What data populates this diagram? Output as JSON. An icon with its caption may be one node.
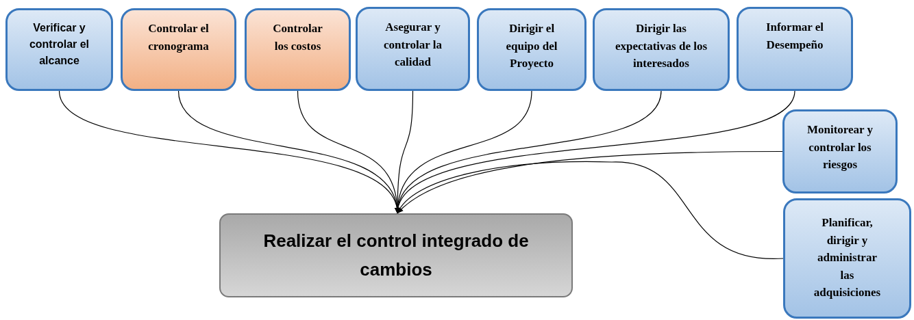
{
  "diagram": {
    "nodes": [
      {
        "text": [
          "Verificar y controlar el alcance"
        ]
      },
      {
        "text": [
          "Controlar el cronograma"
        ]
      },
      {
        "text": [
          "Controlar los costos"
        ]
      },
      {
        "text": [
          "Asegurar y controlar la calidad"
        ]
      },
      {
        "text": [
          "Dirigir el equipo del Proyecto"
        ]
      },
      {
        "text": [
          "Dirigir las expectativas de los interesados"
        ]
      },
      {
        "text": [
          "Informar el Desempeño"
        ]
      },
      {
        "text": [
          "Monitorear y controlar los riesgos"
        ]
      },
      {
        "text": [
          "Planificar, dirigir y administrar las adquisiciones"
        ]
      },
      {
        "text": [
          "Realizar el control integrado de cambios"
        ]
      }
    ],
    "edges": [
      {
        "from": 0,
        "to": 9,
        "arrow": "to"
      },
      {
        "from": 1,
        "to": 9,
        "arrow": "to"
      },
      {
        "from": 2,
        "to": 9,
        "arrow": "to"
      },
      {
        "from": 3,
        "to": 9,
        "arrow": "to"
      },
      {
        "from": 4,
        "to": 9,
        "arrow": "to"
      },
      {
        "from": 5,
        "to": 9,
        "arrow": "to"
      },
      {
        "from": 6,
        "to": 9,
        "arrow": "to"
      },
      {
        "from": 7,
        "to": 9,
        "arrow": "to"
      },
      {
        "from": 8,
        "to": 9,
        "arrow": "to"
      }
    ]
  }
}
